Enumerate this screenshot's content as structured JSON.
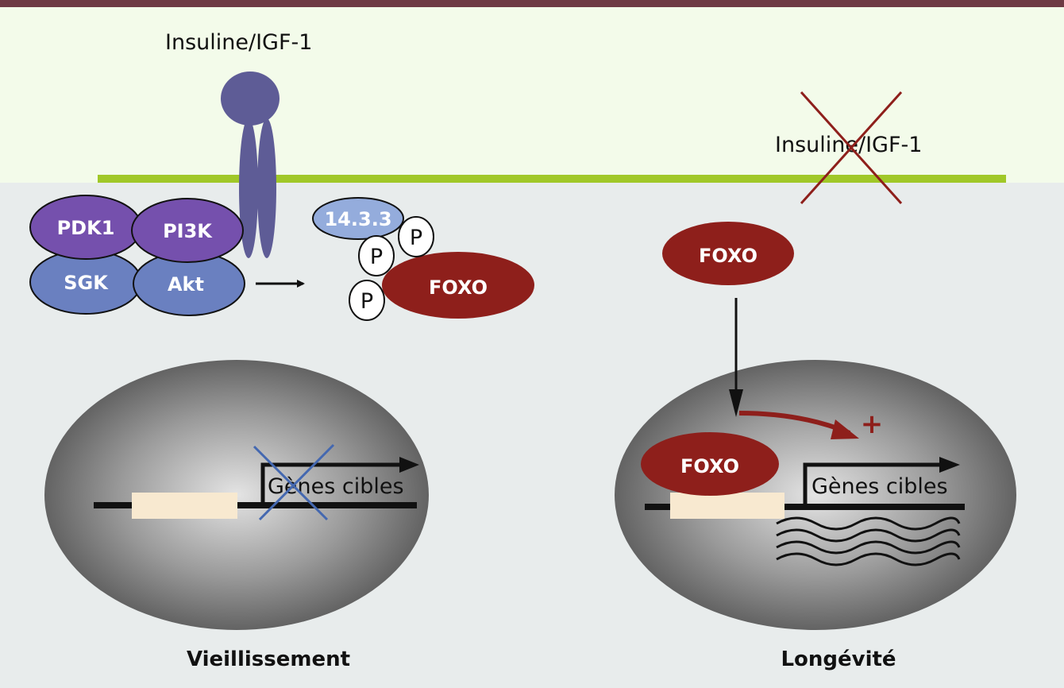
{
  "colors": {
    "top_bar": "#6e3a44",
    "extracellular": "#f3fbea",
    "cytoplasm": "#e8ecec",
    "membrane": "#a0c828",
    "receptor": "#5e5c96",
    "pdk1_pi3k": "#7550ad",
    "sgk_akt": "#6a80c0",
    "protein_1433": "#94acdc",
    "foxo": "#8e1f1b",
    "dna_box": "#f8e9d0",
    "blue_cross": "#4468b0",
    "red_cross": "#8e1f1b"
  },
  "left_panel": {
    "ligand_label": "Insuline/IGF-1",
    "kinases": [
      "PDK1",
      "PI3K",
      "SGK",
      "Akt"
    ],
    "adaptor": "14.3.3",
    "phospho_label": "P",
    "tf_label": "FOXO",
    "gene_label": "Gènes cibles",
    "caption": "Vieillissement"
  },
  "right_panel": {
    "ligand_label": "Insuline/IGF-1",
    "tf_label": "FOXO",
    "nuclear_tf_label": "FOXO",
    "plus_sign": "+",
    "gene_label": "Gènes cibles",
    "caption": "Longévité"
  }
}
